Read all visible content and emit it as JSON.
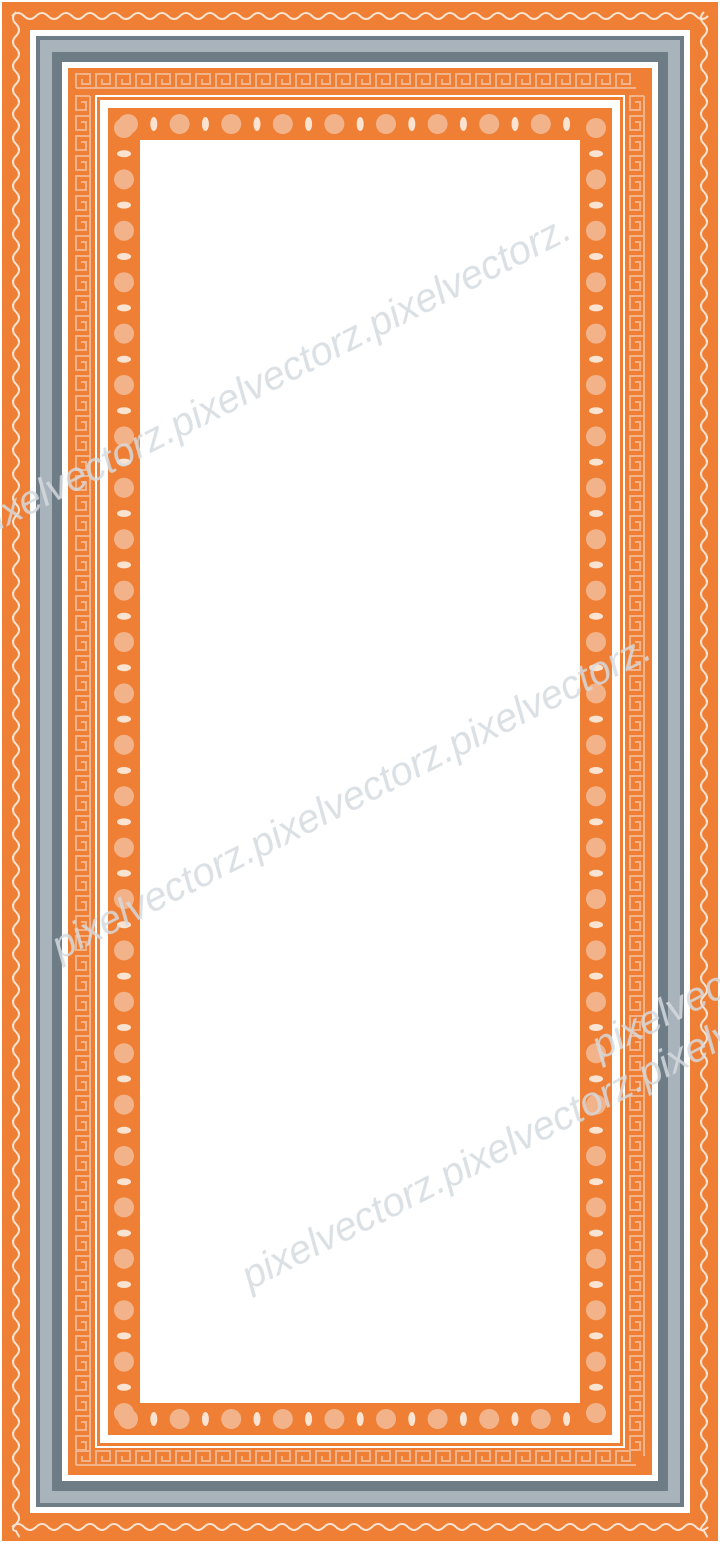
{
  "frame": {
    "style": "decorative-rectangular-border",
    "colors": {
      "orange": "#EE7F35",
      "peach": "#F3B38A",
      "light_peach": "#FBE3D2",
      "white": "#FFFFFF",
      "gray_dark": "#6E7C86",
      "gray_light": "#A9B3BB",
      "watermark": "#D5DBE0"
    },
    "bands": [
      {
        "name": "outer-wave-border",
        "motif": "wavy-line"
      },
      {
        "name": "gray-stripe-border",
        "motif": "stripes"
      },
      {
        "name": "greek-key-border",
        "motif": "greek-key"
      },
      {
        "name": "dot-border",
        "motif": "dots-and-ovals"
      },
      {
        "name": "blank-center-panel",
        "motif": "empty"
      }
    ]
  },
  "watermark": {
    "text": "pixelvectorz.pixelvectorz.pixelvectorz.",
    "angle": -27
  }
}
